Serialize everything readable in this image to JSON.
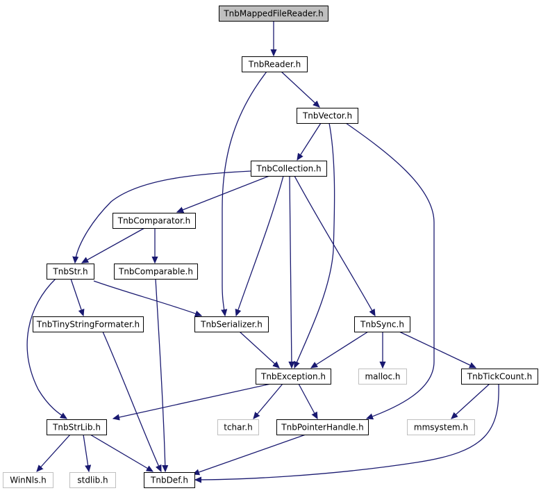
{
  "colors": {
    "edge": "#191970",
    "node_border": "#000000",
    "missing_border": "#bfbfbf",
    "root_fill": "#bfbfbf",
    "text": "#000000",
    "missing_text": "#000000"
  },
  "nodes": [
    {
      "id": "TnbMappedFileReader",
      "label": "TnbMappedFileReader.h",
      "kind": "root"
    },
    {
      "id": "TnbReader",
      "label": "TnbReader.h",
      "kind": "normal"
    },
    {
      "id": "TnbVector",
      "label": "TnbVector.h",
      "kind": "normal"
    },
    {
      "id": "TnbCollection",
      "label": "TnbCollection.h",
      "kind": "normal"
    },
    {
      "id": "TnbComparator",
      "label": "TnbComparator.h",
      "kind": "normal"
    },
    {
      "id": "TnbStr",
      "label": "TnbStr.h",
      "kind": "normal"
    },
    {
      "id": "TnbComparable",
      "label": "TnbComparable.h",
      "kind": "normal"
    },
    {
      "id": "TnbTinyStringFormater",
      "label": "TnbTinyStringFormater.h",
      "kind": "normal"
    },
    {
      "id": "TnbSerializer",
      "label": "TnbSerializer.h",
      "kind": "normal"
    },
    {
      "id": "TnbSync",
      "label": "TnbSync.h",
      "kind": "normal"
    },
    {
      "id": "TnbException",
      "label": "TnbException.h",
      "kind": "normal"
    },
    {
      "id": "malloc",
      "label": "malloc.h",
      "kind": "missing"
    },
    {
      "id": "TnbTickCount",
      "label": "TnbTickCount.h",
      "kind": "normal"
    },
    {
      "id": "TnbStrLib",
      "label": "TnbStrLib.h",
      "kind": "normal"
    },
    {
      "id": "tchar",
      "label": "tchar.h",
      "kind": "missing"
    },
    {
      "id": "TnbPointerHandle",
      "label": "TnbPointerHandle.h",
      "kind": "normal"
    },
    {
      "id": "mmsystem",
      "label": "mmsystem.h",
      "kind": "missing"
    },
    {
      "id": "WinNls",
      "label": "WinNls.h",
      "kind": "missing"
    },
    {
      "id": "stdlib",
      "label": "stdlib.h",
      "kind": "missing"
    },
    {
      "id": "TnbDef",
      "label": "TnbDef.h",
      "kind": "normal"
    }
  ],
  "edges": [
    {
      "from": "TnbMappedFileReader",
      "to": "TnbReader"
    },
    {
      "from": "TnbReader",
      "to": "TnbVector"
    },
    {
      "from": "TnbReader",
      "to": "TnbSerializer"
    },
    {
      "from": "TnbVector",
      "to": "TnbCollection"
    },
    {
      "from": "TnbVector",
      "to": "TnbException"
    },
    {
      "from": "TnbVector",
      "to": "TnbPointerHandle"
    },
    {
      "from": "TnbCollection",
      "to": "TnbComparator"
    },
    {
      "from": "TnbCollection",
      "to": "TnbStr"
    },
    {
      "from": "TnbCollection",
      "to": "TnbSerializer"
    },
    {
      "from": "TnbCollection",
      "to": "TnbException"
    },
    {
      "from": "TnbCollection",
      "to": "TnbSync"
    },
    {
      "from": "TnbComparator",
      "to": "TnbStr"
    },
    {
      "from": "TnbComparator",
      "to": "TnbComparable"
    },
    {
      "from": "TnbStr",
      "to": "TnbTinyStringFormater"
    },
    {
      "from": "TnbStr",
      "to": "TnbSerializer"
    },
    {
      "from": "TnbStr",
      "to": "TnbStrLib"
    },
    {
      "from": "TnbComparable",
      "to": "TnbDef"
    },
    {
      "from": "TnbTinyStringFormater",
      "to": "TnbDef"
    },
    {
      "from": "TnbSerializer",
      "to": "TnbException"
    },
    {
      "from": "TnbSync",
      "to": "TnbException"
    },
    {
      "from": "TnbSync",
      "to": "malloc"
    },
    {
      "from": "TnbSync",
      "to": "TnbTickCount"
    },
    {
      "from": "TnbException",
      "to": "TnbStrLib"
    },
    {
      "from": "TnbException",
      "to": "tchar"
    },
    {
      "from": "TnbException",
      "to": "TnbPointerHandle"
    },
    {
      "from": "TnbTickCount",
      "to": "mmsystem"
    },
    {
      "from": "TnbTickCount",
      "to": "TnbDef"
    },
    {
      "from": "TnbStrLib",
      "to": "WinNls"
    },
    {
      "from": "TnbStrLib",
      "to": "stdlib"
    },
    {
      "from": "TnbStrLib",
      "to": "TnbDef"
    },
    {
      "from": "TnbPointerHandle",
      "to": "TnbDef"
    }
  ]
}
